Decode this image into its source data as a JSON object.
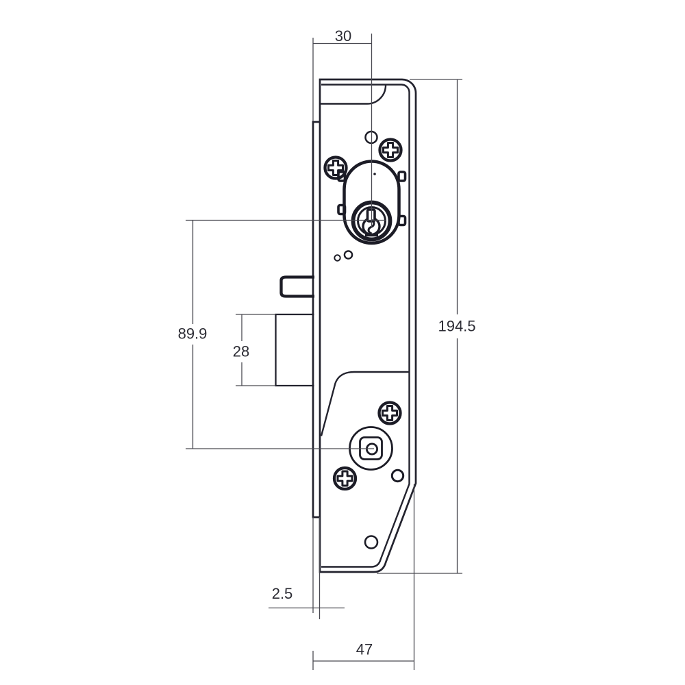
{
  "title": "mortise-lock-side-view-technical-drawing",
  "colors": {
    "background": "#ffffff",
    "outline": "#23232e",
    "bold_part": "#1c1c26",
    "dimension_line": "#4a4a52",
    "label_text": "#2c2c34"
  },
  "dims": {
    "cylinder_to_face": "30",
    "case_height": "194.5",
    "cylinder_to_hub": "89.9",
    "deadbolt_height": "28",
    "faceplate_thickness": "2.5",
    "case_depth": "47"
  }
}
